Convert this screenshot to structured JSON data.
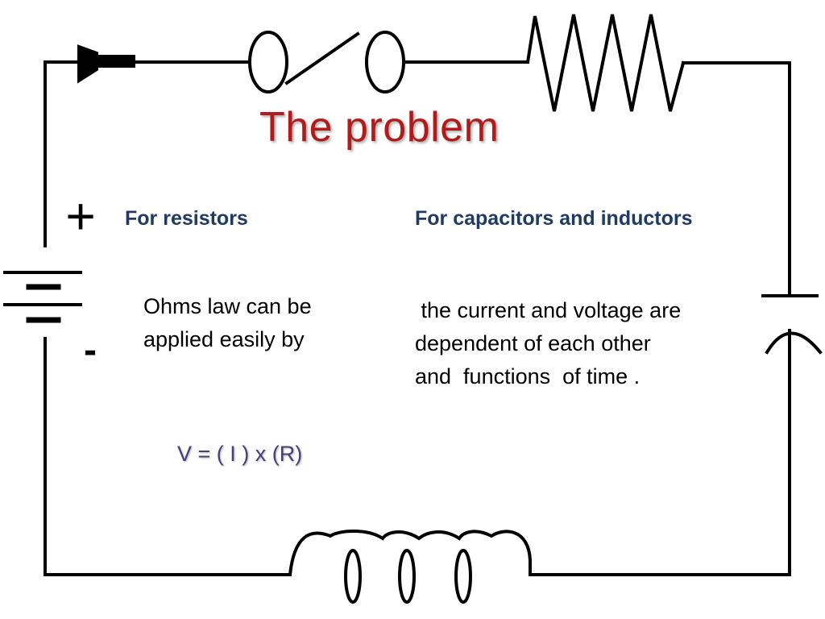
{
  "slide": {
    "title": "The problem",
    "left_column": {
      "heading": "For resistors",
      "lines": [
        "Ohms law can be",
        "applied easily by"
      ],
      "formula": "V = ( I ) x (R)"
    },
    "right_column": {
      "heading": "For capacitors and inductors",
      "lines": [
        " the current and voltage are",
        "dependent of each other",
        "and  functions  of time ."
      ]
    },
    "battery": {
      "plus_sign": "+",
      "minus_sign": "-"
    }
  },
  "colors": {
    "title": "#b01c1c",
    "heading": "#1f3b63",
    "formula": "#4b3f78",
    "wire": "#000000"
  }
}
